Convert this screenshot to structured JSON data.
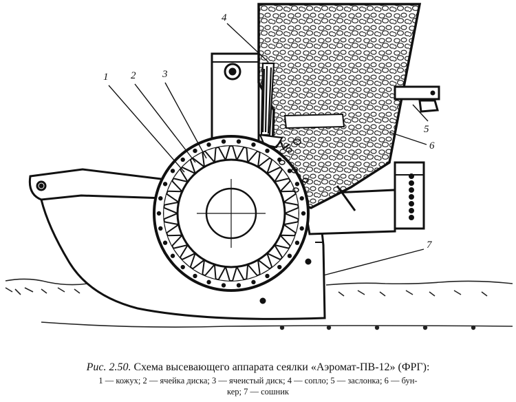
{
  "figure": {
    "labels": [
      "1",
      "2",
      "3",
      "4",
      "5",
      "6",
      "7"
    ]
  },
  "caption": {
    "fig_number": "Рис. 2.50.",
    "title": "Схема высевающего аппарата сеялки «Аэромат-ПВ-12» (ФРГ):",
    "legend_line1": "1 — кожух; 2 — ячейка диска; 3 — ячеистый диск; 4 — сопло; 5 — заслонка; 6 — бун-",
    "legend_line2": "кер; 7 — сошник"
  }
}
